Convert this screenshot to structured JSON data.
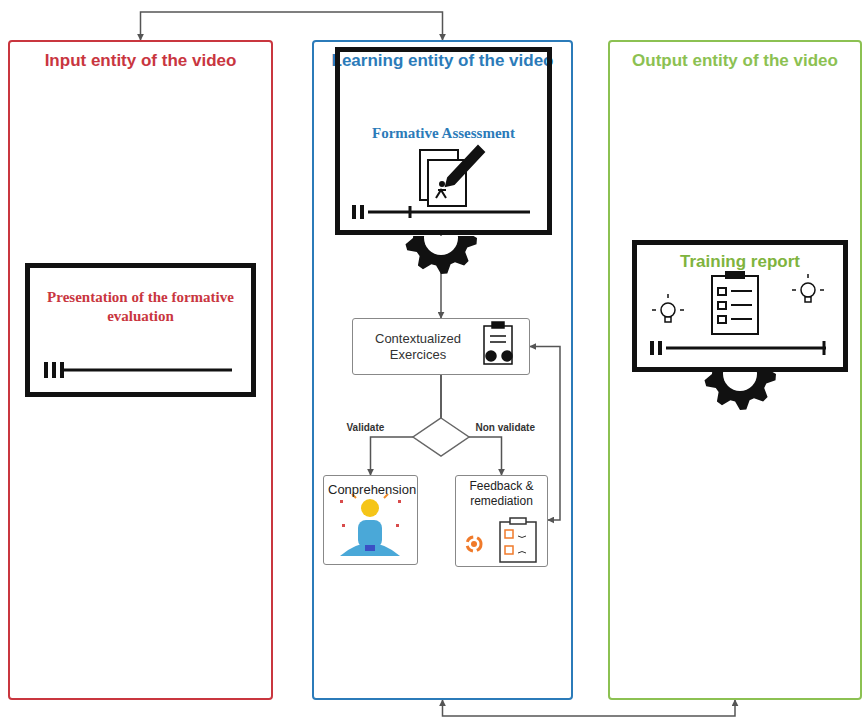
{
  "diagram": {
    "nodes": [
      {
        "text": [
          "Input entity of the video"
        ]
      },
      {
        "text": [
          "Presentation of the formative evaluation"
        ],
        "in": 0
      },
      {
        "text": [
          "Learning entity of the video"
        ]
      },
      {
        "text": [
          "Formative Assessment"
        ],
        "in": 2
      },
      {
        "text": [
          "Contextualized Exercices"
        ],
        "in": 2
      },
      {
        "text": [
          "Conprehension"
        ],
        "in": 2
      },
      {
        "text": [
          "Feedback & remediation"
        ],
        "in": 2
      },
      {
        "text": [
          "Output entity of the video"
        ]
      },
      {
        "text": [
          "Training report"
        ],
        "in": 7
      }
    ],
    "edges": [
      {
        "from": 0,
        "to": 2,
        "arrow": "both"
      },
      {
        "from": 3,
        "to": 4,
        "arrow": "to"
      },
      {
        "from": 4,
        "to": 5,
        "label": "Validate",
        "arrow": "to"
      },
      {
        "from": 4,
        "to": 6,
        "label": "Non validate",
        "arrow": "to"
      },
      {
        "from": 6,
        "to": 4,
        "arrow": "both"
      },
      {
        "from": 2,
        "to": 7,
        "arrow": "both"
      }
    ]
  }
}
